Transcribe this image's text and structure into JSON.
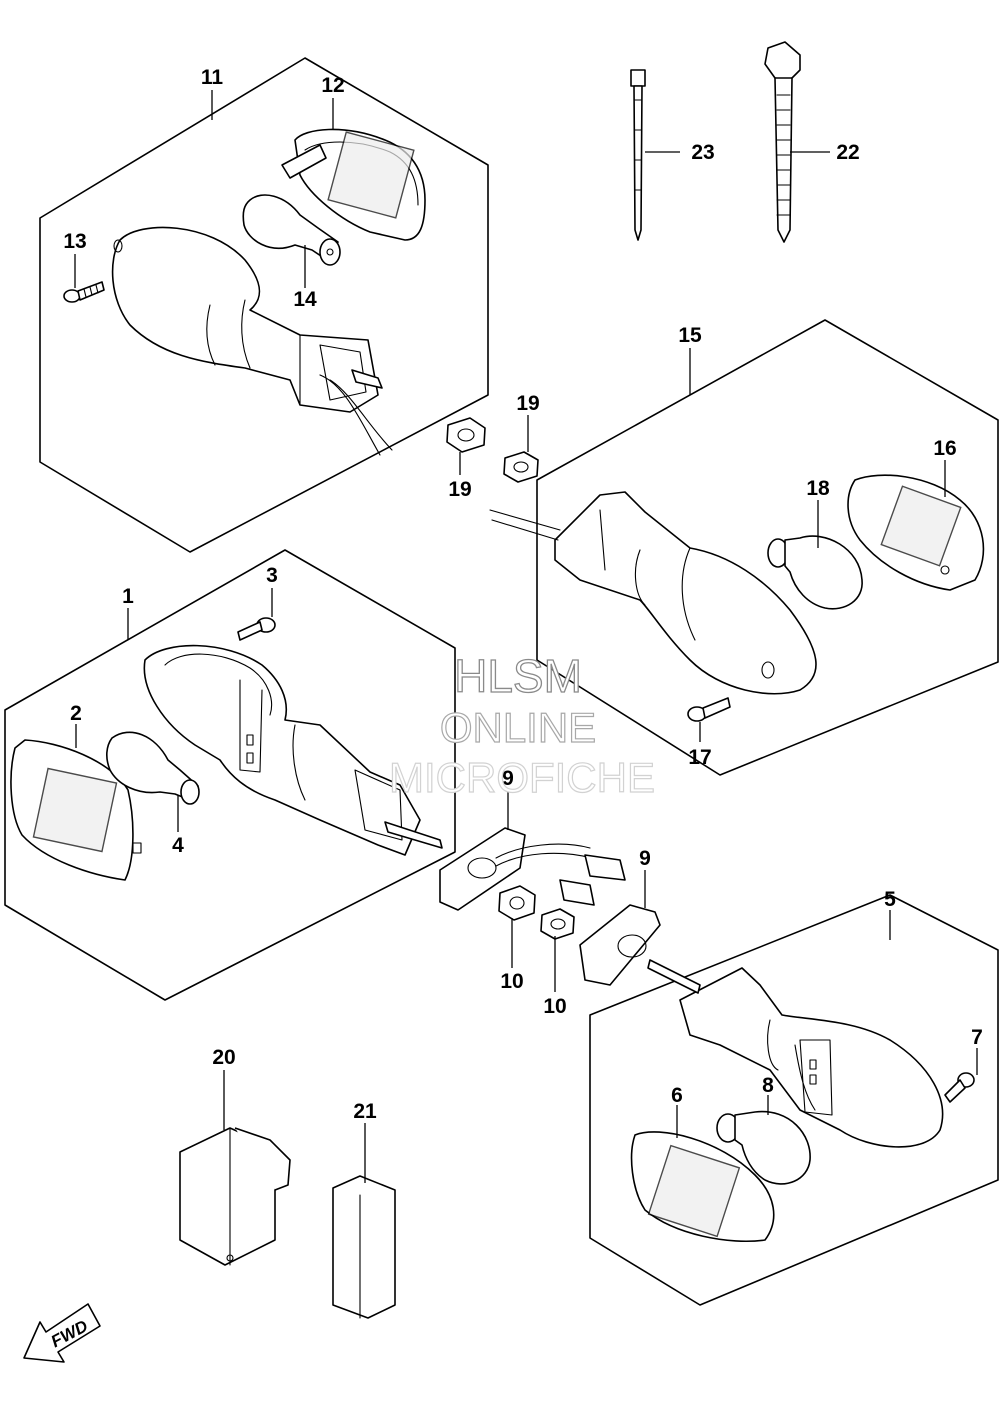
{
  "callouts": {
    "c1": "1",
    "c2": "2",
    "c3": "3",
    "c4": "4",
    "c5": "5",
    "c6": "6",
    "c7": "7",
    "c8": "8",
    "c9a": "9",
    "c9b": "9",
    "c10a": "10",
    "c10b": "10",
    "c11": "11",
    "c12": "12",
    "c13": "13",
    "c14": "14",
    "c15": "15",
    "c16": "16",
    "c17": "17",
    "c18": "18",
    "c19a": "19",
    "c19b": "19",
    "c20": "20",
    "c21": "21",
    "c22": "22",
    "c23": "23"
  },
  "watermark": {
    "line1": "HLSM",
    "line2": "ONLINE",
    "line3": "MICROFICHE"
  },
  "direction_arrow": {
    "label": "FWD",
    "icon": "arrow-left-down-icon"
  },
  "colors": {
    "line": "#000000",
    "background": "#ffffff",
    "watermark": "#8a8a8a"
  }
}
